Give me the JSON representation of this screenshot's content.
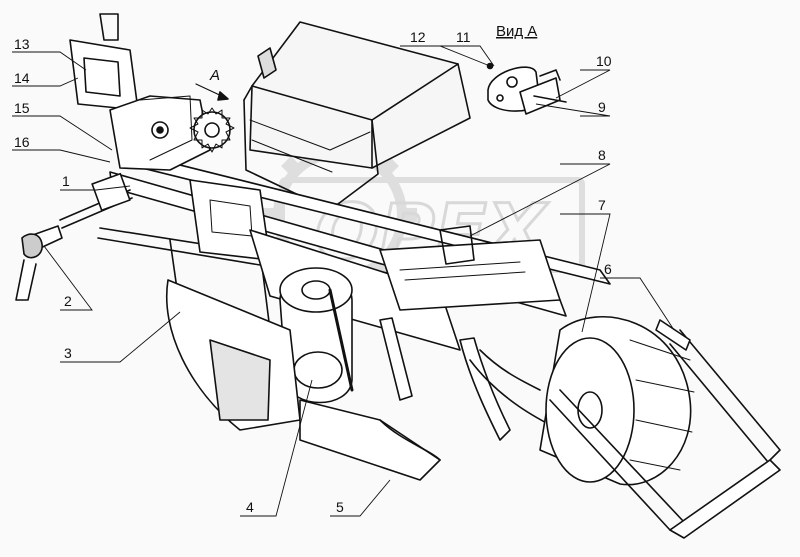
{
  "diagram": {
    "view_label": "Вид А",
    "arrow_label": "А",
    "watermark_text": "OPEX",
    "callouts": [
      "1",
      "2",
      "3",
      "4",
      "5",
      "6",
      "7",
      "8",
      "9",
      "10",
      "11",
      "12",
      "13",
      "14",
      "15",
      "16"
    ],
    "colors": {
      "ink": "#111111",
      "watermark": "#c8c8c8",
      "paper": "#fafafa"
    }
  }
}
